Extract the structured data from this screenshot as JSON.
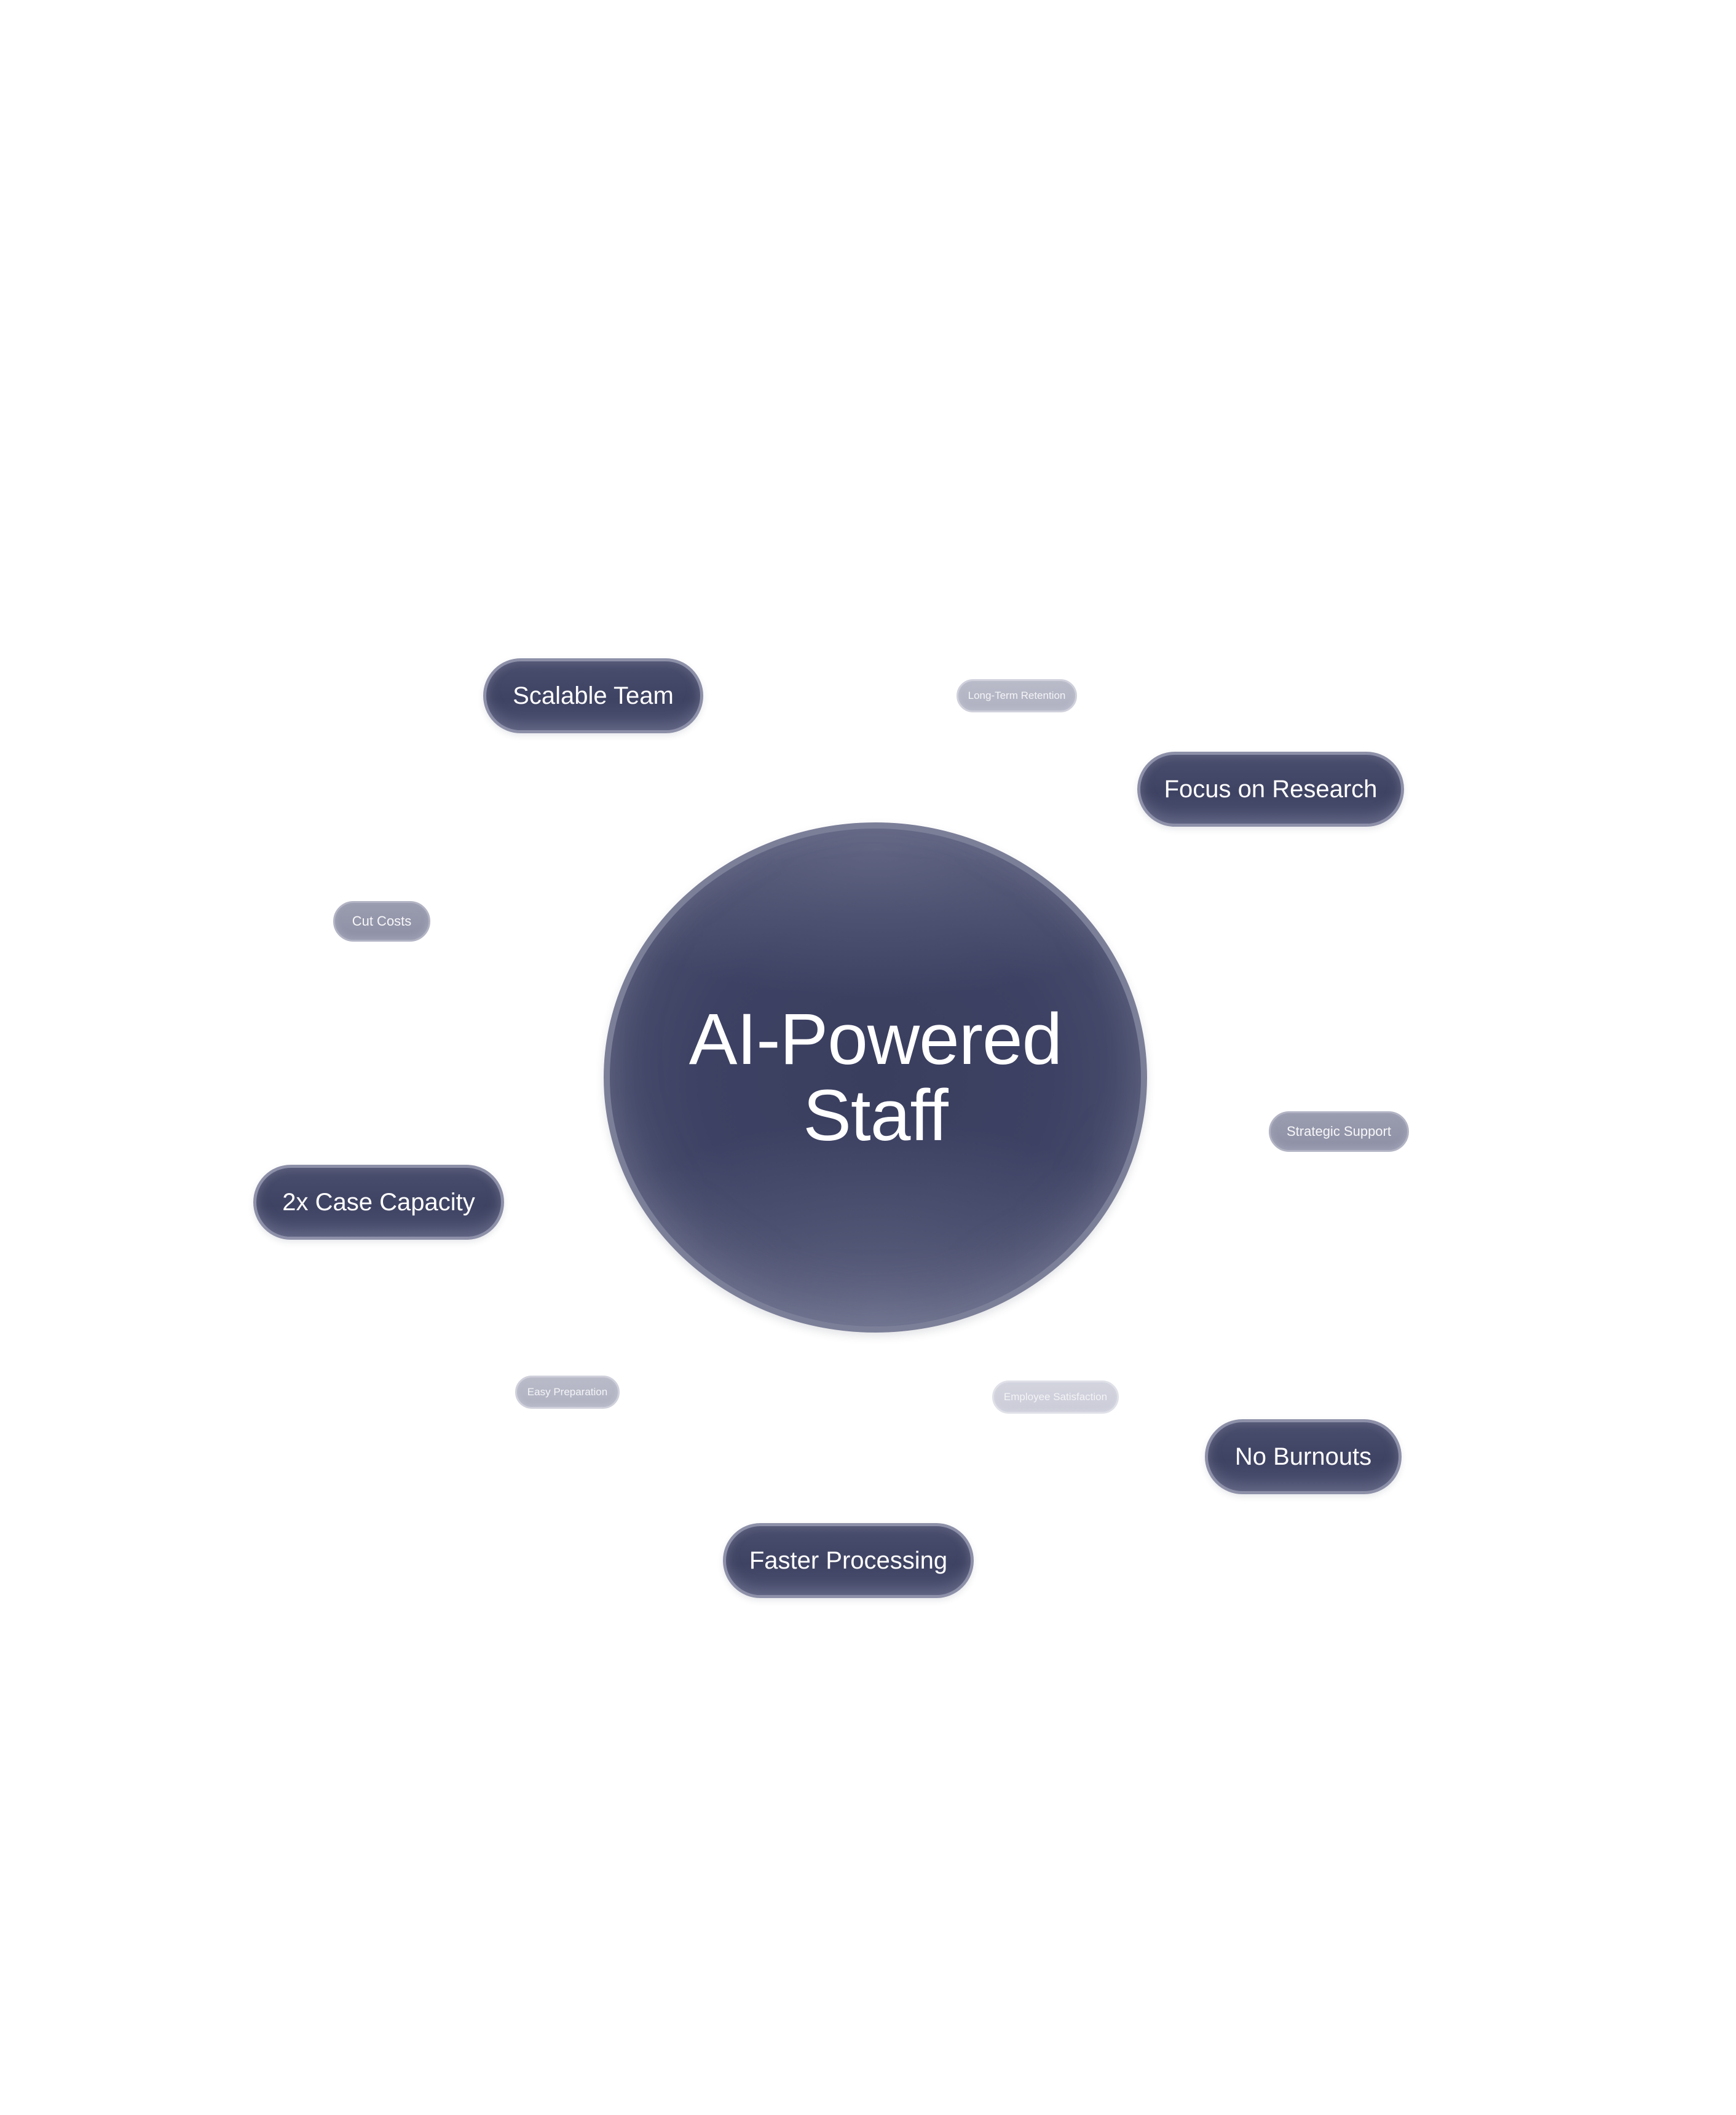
{
  "hub": {
    "title": "AI-Powered\nStaff"
  },
  "benefits": {
    "primary": {
      "scalable_team": "Scalable Team",
      "focus_on_research": "Focus on Research",
      "case_capacity": "2x Case Capacity",
      "no_burnouts": "No Burnouts",
      "faster_processing": "Faster Processing"
    },
    "secondary": {
      "cut_costs": "Cut Costs",
      "strategic_support": "Strategic Support"
    },
    "tertiary": {
      "long_term_retention": "Long-Term Retention",
      "easy_preparation": "Easy Preparation",
      "employee_satisfaction": "Employee Satisfaction"
    }
  },
  "colors": {
    "hub_fill": "#3d4163",
    "hub_border": "#7c7f98",
    "primary_pill": "#44486a",
    "secondary_pill": "#9496ab",
    "tertiary_pill": "#b5b7c6",
    "background": "#ffffff"
  }
}
